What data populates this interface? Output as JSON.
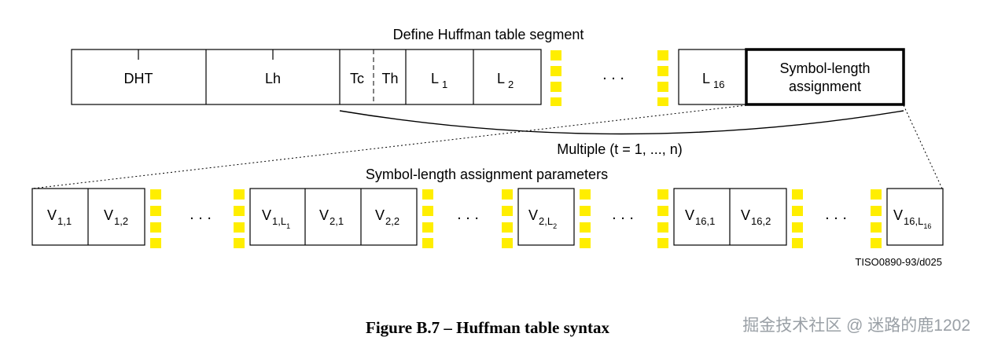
{
  "top_row": {
    "title": "Define Huffman table segment",
    "cells": {
      "dht": "DHT",
      "lh": "Lh",
      "tc": "Tc",
      "th": "Th",
      "l1": "L",
      "l1_sub": "1",
      "l2": "L",
      "l2_sub": "2",
      "l16": "L",
      "l16_sub": "16",
      "sla_line1": "Symbol-length",
      "sla_line2": "assignment"
    },
    "ellipsis": ". . ."
  },
  "multiple_label": "Multiple (t = 1, ..., n)",
  "bottom_row": {
    "title": "Symbol-length assignment parameters",
    "cells": {
      "v11_sub": "1,1",
      "v12_sub": "1,2",
      "v1l1_sub": "1,L",
      "v1l1_subsub": "1",
      "v21_sub": "2,1",
      "v22_sub": "2,2",
      "v2l2_sub": "2,L",
      "v2l2_subsub": "2",
      "v161_sub": "16,1",
      "v162_sub": "16,2",
      "v16l16_sub": "16,L",
      "v16l16_subsub": "16",
      "v_letter": "V"
    },
    "ellipsis": ". . ."
  },
  "figure_id": "TISO0890-93/d025",
  "caption": "Figure B.7 – Huffman table syntax",
  "watermark": "掘金技术社区 @ 迷路的鹿1202",
  "colors": {
    "break_marker": "#ffee00",
    "ink": "#000000",
    "watermark": "#9aa0a6"
  }
}
